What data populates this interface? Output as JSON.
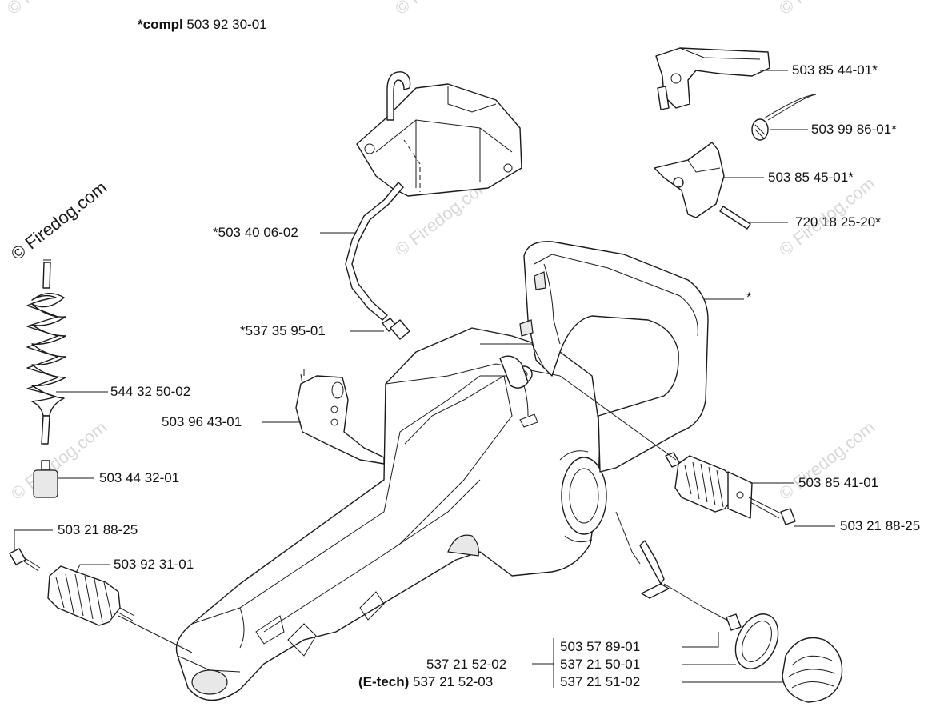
{
  "header": {
    "bold": "*compl",
    "number": "503 92 30-01"
  },
  "watermark": {
    "text": "© Firedog.com"
  },
  "parts": {
    "p503854401": "503 85 44-01*",
    "p503998601": "503 99 86-01*",
    "p503854501": "503 85 45-01*",
    "p720182520": "720 18 25-20*",
    "p503400602": "*503 40 06-02",
    "asterisk": "*",
    "p537359501": "*537 35 95-01",
    "p544325002": "544 32 50-02",
    "p503964301": "503 96 43-01",
    "p503443201": "503 44 32-01",
    "p503854101": "503 85 41-01",
    "p503218825_right": "503 21 88-25",
    "p503218825_left": "503 21 88-25",
    "p503923101": "503 92 31-01",
    "p503578901": "503 57 89-01",
    "p537215002": "537 21 52-02",
    "p537215001": "537 21 50-01",
    "etech_bold": "(E-tech)",
    "p537215203": "537 21 52-03",
    "p537215102": "537 21 51-02"
  }
}
